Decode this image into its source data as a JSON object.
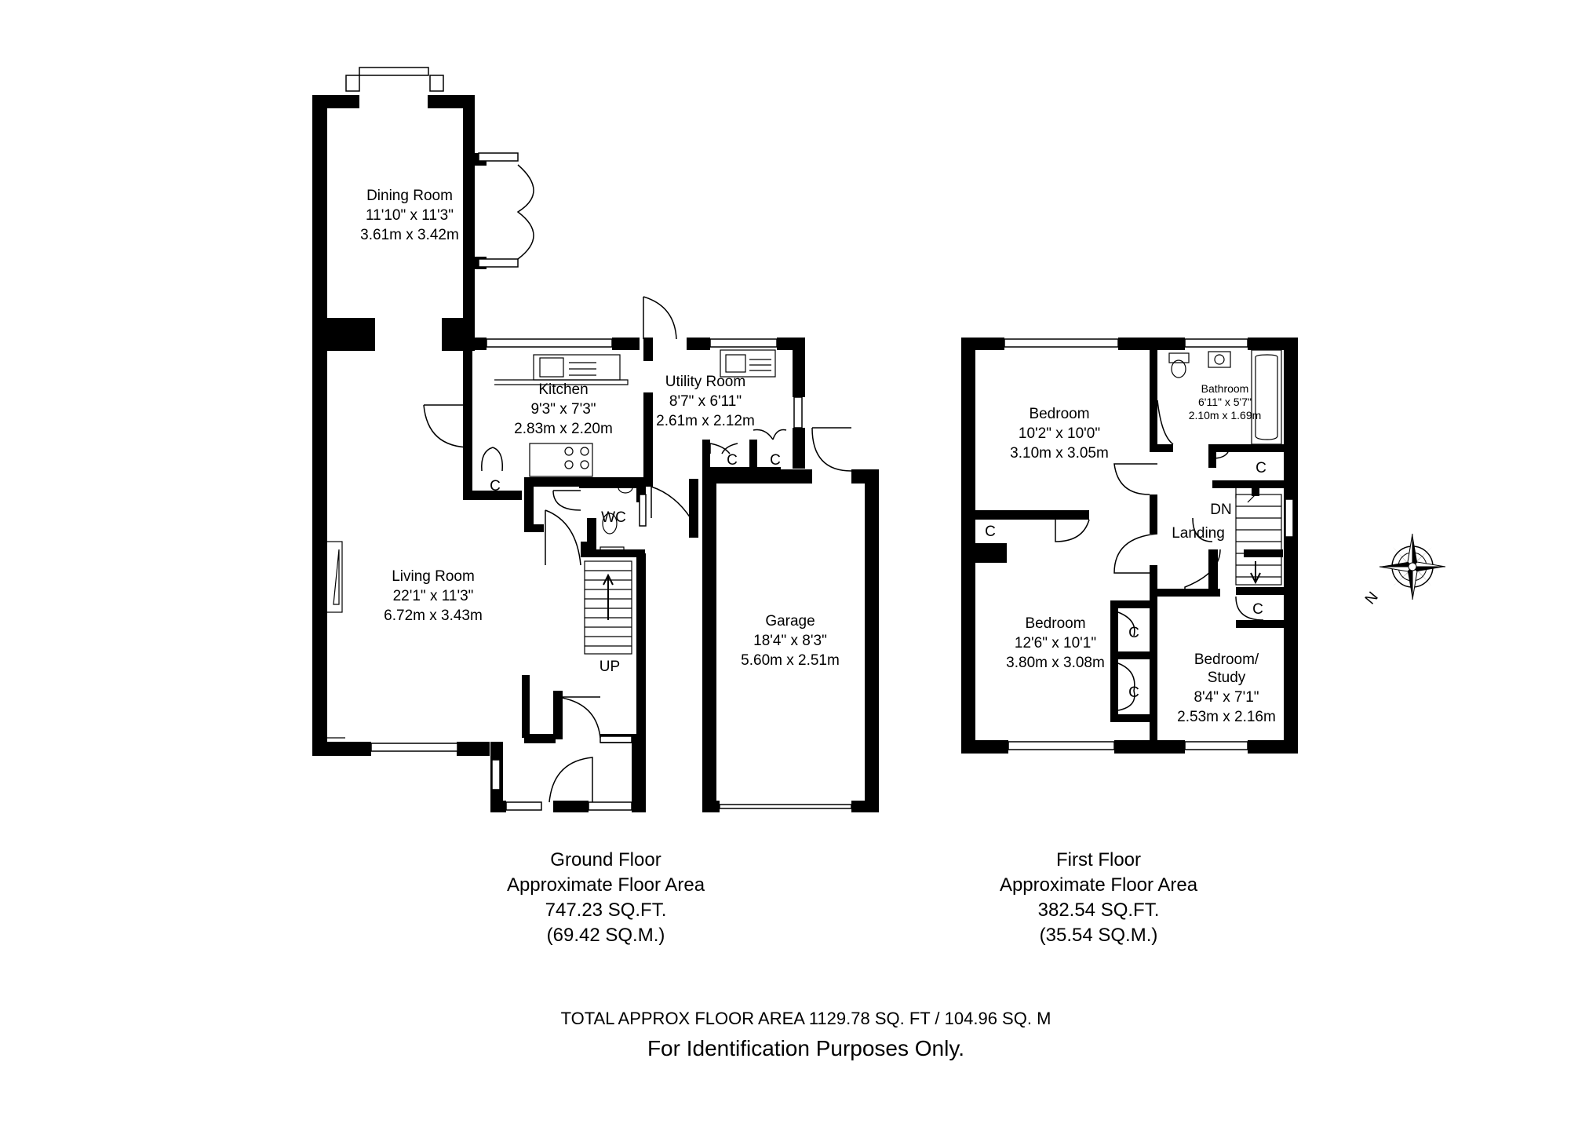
{
  "ground_floor": {
    "rooms": [
      {
        "id": "dining",
        "name": "Dining Room",
        "imperial": "11'10\" x 11'3\"",
        "metric": "3.61m x 3.42m"
      },
      {
        "id": "kitchen",
        "name": "Kitchen",
        "imperial": "9'3\" x 7'3\"",
        "metric": "2.83m x 2.20m"
      },
      {
        "id": "utility",
        "name": "Utility Room",
        "imperial": "8'7\" x 6'11\"",
        "metric": "2.61m x 2.12m"
      },
      {
        "id": "living",
        "name": "Living Room",
        "imperial": "22'1\" x 11'3\"",
        "metric": "6.72m x 3.43m"
      },
      {
        "id": "garage",
        "name": "Garage",
        "imperial": "18'4\" x 8'3\"",
        "metric": "5.60m x 2.51m"
      }
    ],
    "labels": {
      "wc": "WC",
      "up": "UP",
      "cupboard": "C"
    },
    "caption": {
      "title": "Ground Floor",
      "subtitle": "Approximate Floor Area",
      "sqft": "747.23 SQ.FT.",
      "sqm": "(69.42 SQ.M.)"
    }
  },
  "first_floor": {
    "rooms": [
      {
        "id": "bed1",
        "name": "Bedroom",
        "imperial": "10'2\" x 10'0\"",
        "metric": "3.10m x 3.05m"
      },
      {
        "id": "bath",
        "name": "Bathroom",
        "imperial": "6'11\" x 5'7\"",
        "metric": "2.10m x 1.69m"
      },
      {
        "id": "bed2",
        "name": "Bedroom",
        "imperial": "12'6\" x 10'1\"",
        "metric": "3.80m x 3.08m"
      },
      {
        "id": "study",
        "name": "Bedroom/",
        "name2": "Study",
        "imperial": "8'4\" x 7'1\"",
        "metric": "2.53m x 2.16m"
      }
    ],
    "labels": {
      "landing": "Landing",
      "down": "DN",
      "cupboard": "C"
    },
    "caption": {
      "title": "First Floor",
      "subtitle": "Approximate Floor Area",
      "sqft": "382.54 SQ.FT.",
      "sqm": "(35.54 SQ.M.)"
    }
  },
  "compass": {
    "label": "N"
  },
  "footer": {
    "total": "TOTAL APPROX FLOOR AREA 1129.78 SQ. FT / 104.96 SQ. M",
    "note": "For Identification Purposes Only."
  }
}
